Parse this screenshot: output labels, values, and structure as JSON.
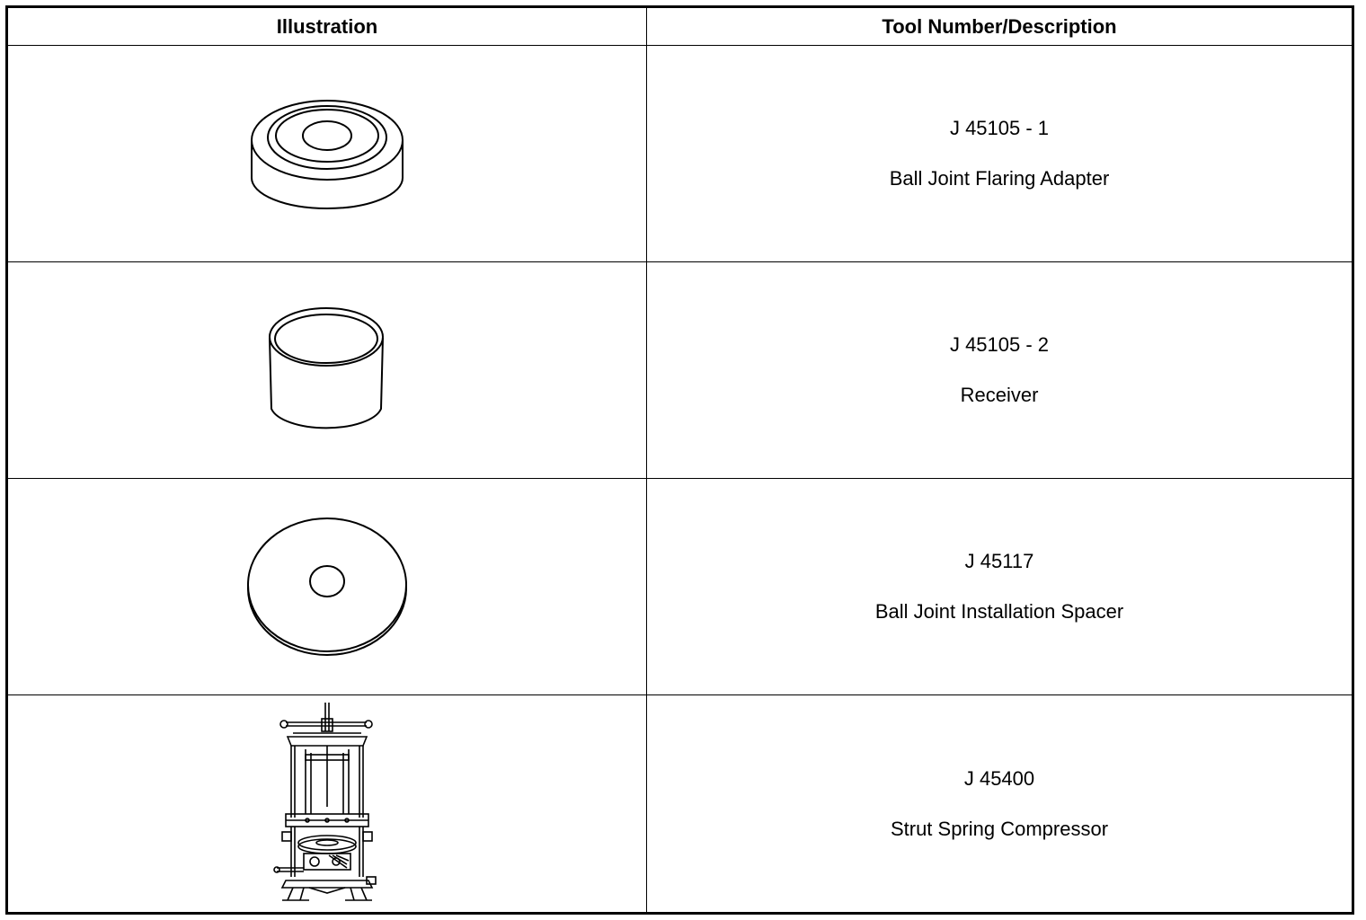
{
  "table": {
    "headers": {
      "illustration": "Illustration",
      "tool": "Tool Number/Description"
    },
    "rows": [
      {
        "number": "J 45105 - 1",
        "description": "Ball Joint Flaring Adapter",
        "icon": "flaring-adapter-icon"
      },
      {
        "number": "J 45105 - 2",
        "description": "Receiver",
        "icon": "receiver-cup-icon"
      },
      {
        "number": "J 45117",
        "description": "Ball Joint Installation Spacer",
        "icon": "spacer-disc-icon"
      },
      {
        "number": "J 45400",
        "description": "Strut Spring Compressor",
        "icon": "spring-compressor-icon"
      }
    ]
  },
  "colors": {
    "line": "#000000",
    "background": "#ffffff"
  }
}
